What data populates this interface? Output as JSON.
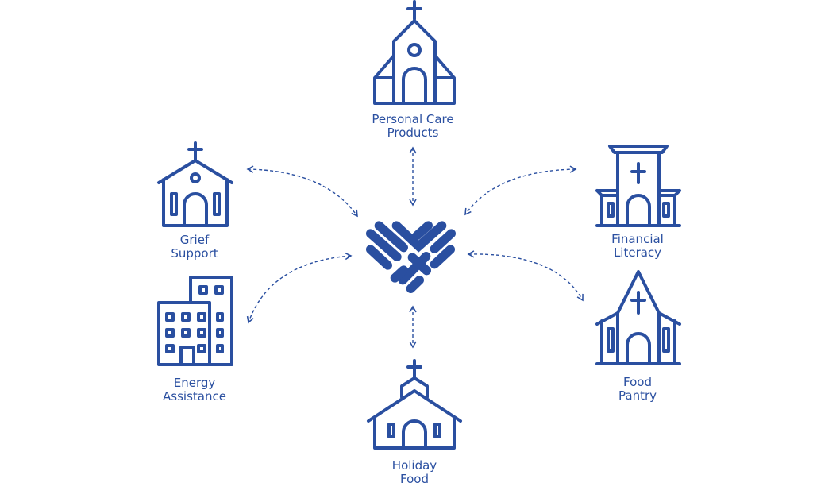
{
  "colors": {
    "primary": "#2a4fa0"
  },
  "center": {
    "icon": "heart-hands-logo-icon"
  },
  "nodes": [
    {
      "id": "personal-care",
      "line1": "Personal Care",
      "line2": "Products",
      "icon": "church-icon"
    },
    {
      "id": "grief",
      "line1": "Grief",
      "line2": "Support",
      "icon": "church-icon"
    },
    {
      "id": "energy",
      "line1": "Energy",
      "line2": "Assistance",
      "icon": "office-building-icon"
    },
    {
      "id": "holiday",
      "line1": "Holiday",
      "line2": "Food",
      "icon": "church-icon"
    },
    {
      "id": "financial",
      "line1": "Financial",
      "line2": "Literacy",
      "icon": "church-icon"
    },
    {
      "id": "food-pantry",
      "line1": "Food",
      "line2": "Pantry",
      "icon": "church-icon"
    }
  ]
}
